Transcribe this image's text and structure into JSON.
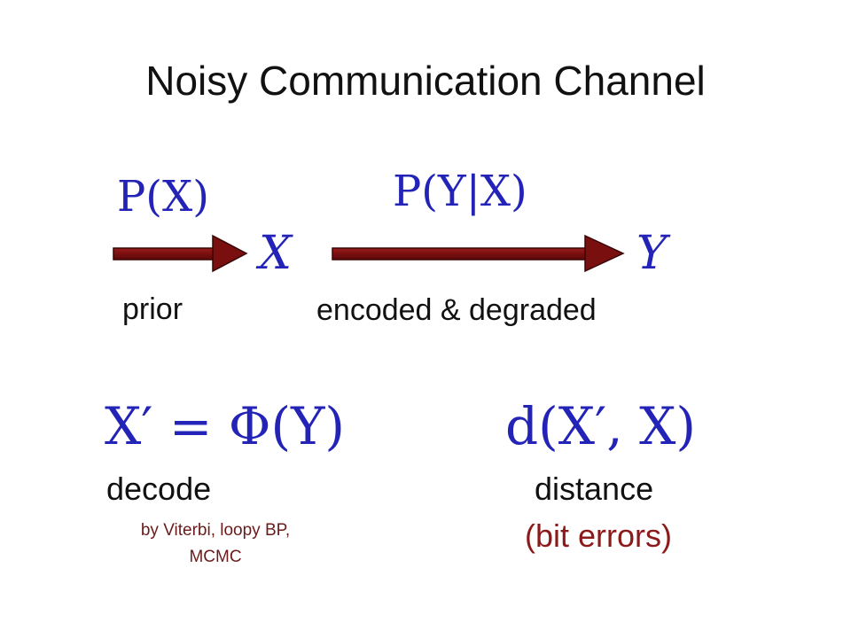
{
  "title": "Noisy Communication Channel",
  "math": {
    "prior_prob": "P(X)",
    "likelihood": "P(Y|X)",
    "source_var": "X",
    "observed_var": "Y",
    "decode_eq": "X′ = Φ(Y)",
    "distance_eq": "d(X′, X)"
  },
  "labels": {
    "prior": "prior",
    "encoded": "encoded & degraded",
    "decode": "decode",
    "decode_methods": "by Viterbi, loopy BP, MCMC",
    "distance": "distance",
    "bit_errors": "(bit errors)"
  },
  "colors": {
    "math": "#2323b8",
    "arrow": "#7a0f0f",
    "accent_text": "#8b1a1a"
  }
}
